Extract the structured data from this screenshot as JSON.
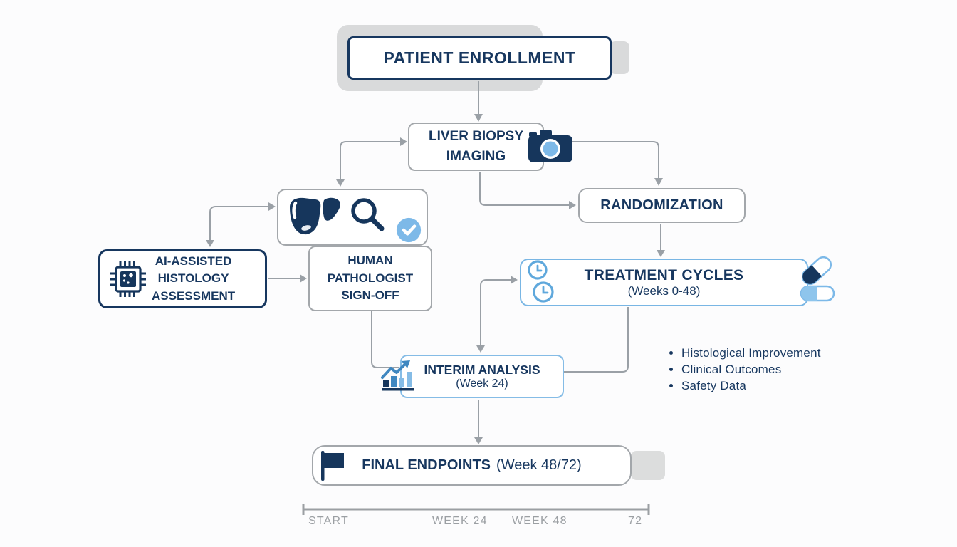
{
  "diagram": {
    "patient_enrollment": {
      "label": "PATIENT ENROLLMENT"
    },
    "liver_biopsy": {
      "line1": "LIVER BIOPSY",
      "line2": "IMAGING"
    },
    "randomization": {
      "label": "RANDOMIZATION"
    },
    "ai_histology": {
      "line1": "AI-ASSISTED",
      "line2": "HISTOLOGY",
      "line3": "ASSESSMENT"
    },
    "human_pathologist": {
      "line1": "HUMAN",
      "line2": "PATHOLOGIST",
      "line3": "SIGN-OFF"
    },
    "treatment_cycles": {
      "title": "TREATMENT CYCLES",
      "subtitle": "(Weeks 0-48)"
    },
    "interim_analysis": {
      "title": "INTERIM ANALYSIS",
      "subtitle": "(Week 24)"
    },
    "final_endpoints": {
      "title": "FINAL ENDPOINTS",
      "subtitle": "(Week 48/72)"
    },
    "outcomes": {
      "items": [
        "Histological Improvement",
        "Clinical Outcomes",
        "Safety Data"
      ]
    },
    "timeline": {
      "labels": [
        "START",
        "WEEK 24",
        "WEEK 48",
        "72"
      ]
    }
  },
  "icons": {
    "camera": "camera-icon",
    "liver": "liver-icon",
    "magnifier": "magnifier-icon",
    "check": "check-circle-icon",
    "chip": "ai-chip-icon",
    "clocks": "clock-icon",
    "pills": "pill-icon",
    "chart": "bar-chart-icon",
    "flag": "flag-icon"
  },
  "colors": {
    "navy": "#16365c",
    "text_navy": "#17375f",
    "light_blue": "#7db9e8",
    "mid_blue": "#3f87c0",
    "box_gray": "#a3a7ab",
    "connector_gray": "#9aa0a6",
    "shadow_gray": "#d9dadb",
    "timeline_gray": "#9b9fa3"
  }
}
